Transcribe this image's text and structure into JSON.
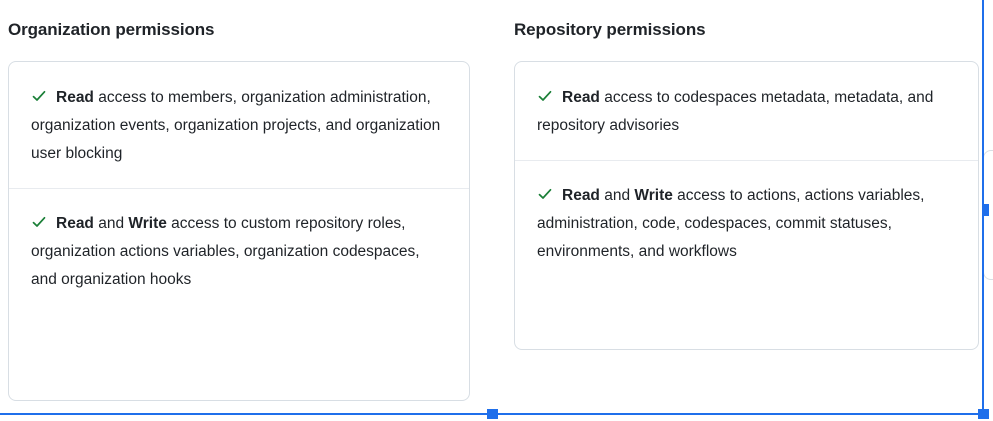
{
  "columns": [
    {
      "heading": "Organization permissions",
      "items": [
        {
          "icon": "check-icon",
          "segments": [
            {
              "text": "Read",
              "bold": true
            },
            {
              "text": " access to members, organization administration, organization events, organization projects, and organization user blocking",
              "bold": false
            }
          ]
        },
        {
          "icon": "check-icon",
          "segments": [
            {
              "text": "Read",
              "bold": true
            },
            {
              "text": " and ",
              "bold": false
            },
            {
              "text": "Write",
              "bold": true
            },
            {
              "text": " access to custom repository roles, organization actions variables, organization codespaces, and organization hooks",
              "bold": false
            }
          ]
        }
      ]
    },
    {
      "heading": "Repository permissions",
      "items": [
        {
          "icon": "check-icon",
          "segments": [
            {
              "text": "Read",
              "bold": true
            },
            {
              "text": " access to codespaces metadata, metadata, and repository advisories",
              "bold": false
            }
          ]
        },
        {
          "icon": "check-icon",
          "segments": [
            {
              "text": "Read",
              "bold": true
            },
            {
              "text": " and ",
              "bold": false
            },
            {
              "text": "Write",
              "bold": true
            },
            {
              "text": " access to actions, actions variables, administration, code, codespaces, commit statuses, environments, and workflows",
              "bold": false
            }
          ]
        }
      ]
    }
  ],
  "colors": {
    "check_green": "#1a7f37",
    "selection_blue": "#1f6feb",
    "card_border": "#d8dee4",
    "text": "#1f2328",
    "divider": "#e8ebef"
  }
}
